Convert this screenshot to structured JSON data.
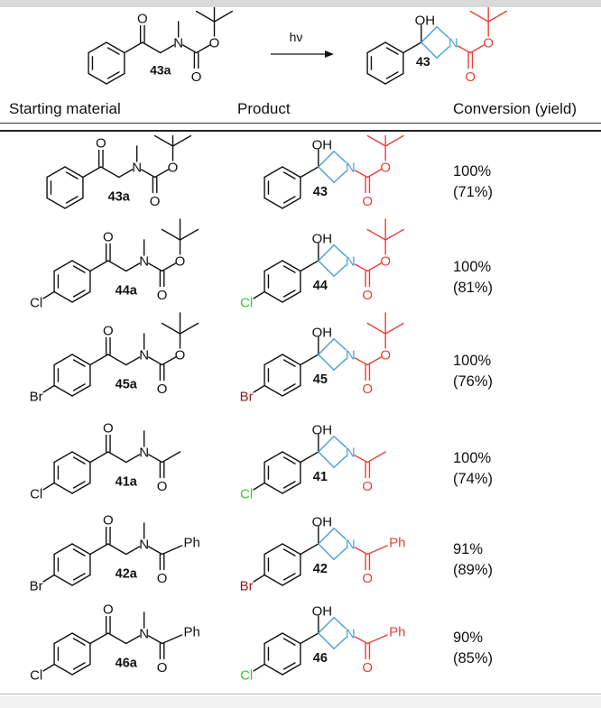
{
  "scheme": {
    "reactant": {
      "label": "43a",
      "atoms": {
        "O": "O",
        "N": "N",
        "O2": "O",
        "O3": "O"
      }
    },
    "arrow_label": "hν",
    "product": {
      "label": "43",
      "atoms": {
        "OH": "OH",
        "N": "N",
        "O2": "O",
        "O3": "O"
      }
    }
  },
  "table": {
    "headers": {
      "starting_material": "Starting material",
      "product": "Product",
      "conversion": "Conversion (yield)"
    },
    "rows": [
      {
        "sm_label": "43a",
        "sm_substituent": "",
        "sm_group": "tBu",
        "product_label": "43",
        "conversion": "100%",
        "yield": "(71%)"
      },
      {
        "sm_label": "44a",
        "sm_substituent": "Cl",
        "sm_group": "tBu",
        "product_label": "44",
        "conversion": "100%",
        "yield": "(81%)"
      },
      {
        "sm_label": "45a",
        "sm_substituent": "Br",
        "sm_group": "tBu",
        "product_label": "45",
        "conversion": "100%",
        "yield": "(76%)"
      },
      {
        "sm_label": "41a",
        "sm_substituent": "Cl",
        "sm_group": "Me",
        "product_label": "41",
        "conversion": "100%",
        "yield": "(74%)"
      },
      {
        "sm_label": "42a",
        "sm_substituent": "Br",
        "sm_group": "Ph",
        "product_label": "42",
        "conversion": "91%",
        "yield": "(89%)"
      },
      {
        "sm_label": "46a",
        "sm_substituent": "Cl",
        "sm_group": "Ph",
        "product_label": "46",
        "conversion": "90%",
        "yield": "(85%)"
      }
    ]
  },
  "colors": {
    "azetidine_ring": "#4a9fd8",
    "carbamate": "#e8403a",
    "chlorine": "#33cc33",
    "bromine": "#8b1a1a",
    "ink": "#111111"
  },
  "atoms": {
    "O": "O",
    "OH": "OH",
    "N": "N",
    "Ph": "Ph"
  }
}
